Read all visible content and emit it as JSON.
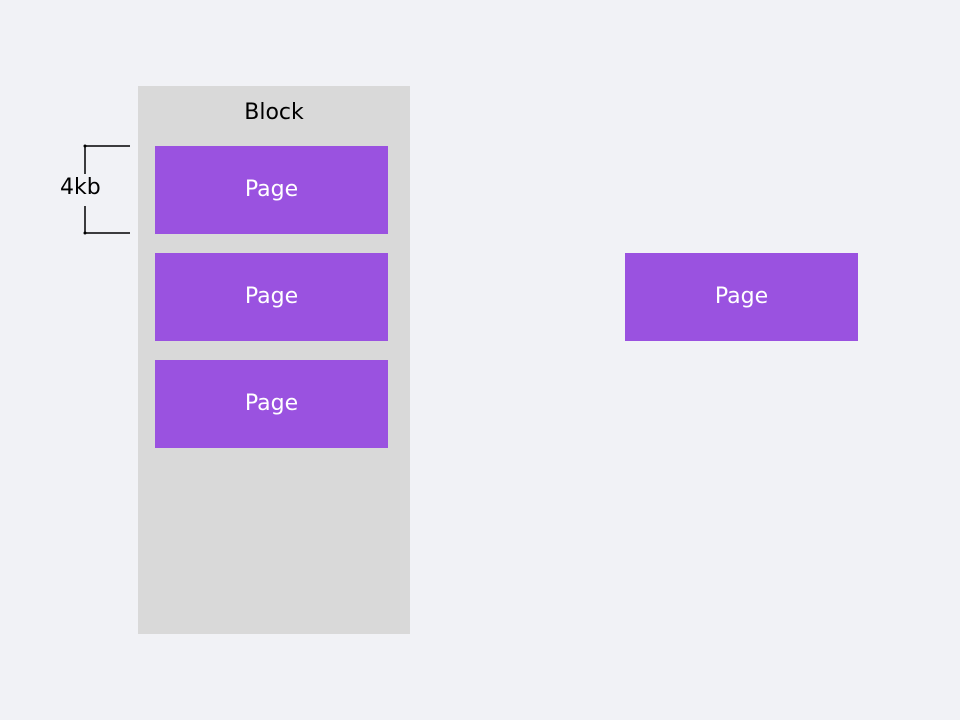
{
  "block": {
    "title": "Block"
  },
  "size_annotation": {
    "label": "4kb"
  },
  "pages_in_block": [
    {
      "label": "Page"
    },
    {
      "label": "Page"
    },
    {
      "label": "Page"
    }
  ],
  "standalone_page": {
    "label": "Page"
  },
  "colors": {
    "background": "#f1f2f6",
    "block_fill": "#d9d9d9",
    "page_fill": "#9a52e0",
    "page_text": "#ffffff",
    "text": "#000000"
  }
}
